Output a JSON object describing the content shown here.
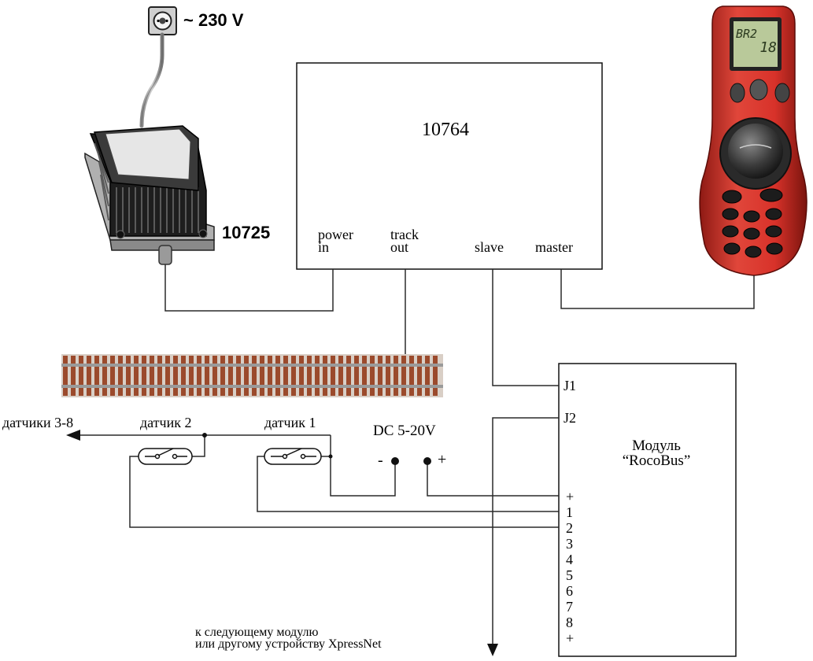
{
  "mains": {
    "label": "~ 230 V"
  },
  "transformer": {
    "label": "10725"
  },
  "command_station": {
    "title": "10764",
    "port_power_line1": "power",
    "port_power_line2": "in",
    "port_track_line1": "track",
    "port_track_line2": "out",
    "port_slave": "slave",
    "port_master": "master"
  },
  "handset": {
    "display_line1": "BR2",
    "display_line2": "18"
  },
  "sensors": {
    "sensors_rest": "датчики 3-8",
    "sensor2": "датчик 2",
    "sensor1": "датчик 1",
    "dc_supply": "DC 5-20V",
    "minus": "-",
    "plus": "+"
  },
  "module": {
    "title_line1": "Модуль",
    "title_line2": "“RocoBus”",
    "j1": "J1",
    "j2": "J2",
    "pins": [
      "+",
      "1",
      "2",
      "3",
      "4",
      "5",
      "6",
      "7",
      "8",
      "+"
    ]
  },
  "next_device": {
    "line1": "к следующему модулю",
    "line2": "или другому устройству XpressNet"
  },
  "colors": {
    "line": "#2a2a2a",
    "handset_red": "#d8322a",
    "handset_dark": "#8e1a14",
    "display_green": "#b9c99a",
    "rail_brown": "#9b4a2c"
  }
}
